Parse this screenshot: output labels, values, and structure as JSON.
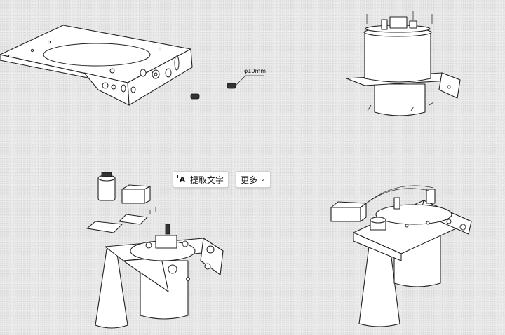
{
  "diagram": {
    "callout_label": "φ10mm"
  },
  "toolbar": {
    "extract_text_label": "提取文字",
    "more_label": "更多",
    "icons": [
      "text-recognition-icon",
      "chevron-down-icon"
    ]
  }
}
